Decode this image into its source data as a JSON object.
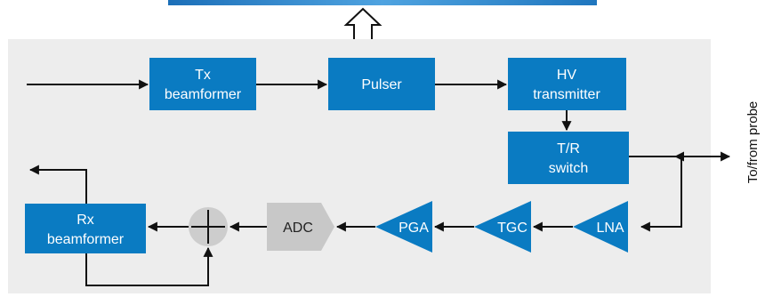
{
  "blocks": {
    "tx_beamformer": [
      "Tx",
      "beamformer"
    ],
    "pulser": "Pulser",
    "hv_transmitter": [
      "HV",
      "transmitter"
    ],
    "tr_switch": [
      "T/R",
      "switch"
    ],
    "rx_beamformer": [
      "Rx",
      "beamformer"
    ],
    "adc": "ADC",
    "pga": "PGA",
    "tgc": "TGC",
    "lna": "LNA"
  },
  "probe_label": "To/from probe",
  "colors": {
    "block_blue": "#0A7BC2",
    "panel_gray": "#EDEDED",
    "adc_gray": "#C8C8C8",
    "summer_gray": "#CDCDCD",
    "top_banner": "#2E86C9"
  }
}
